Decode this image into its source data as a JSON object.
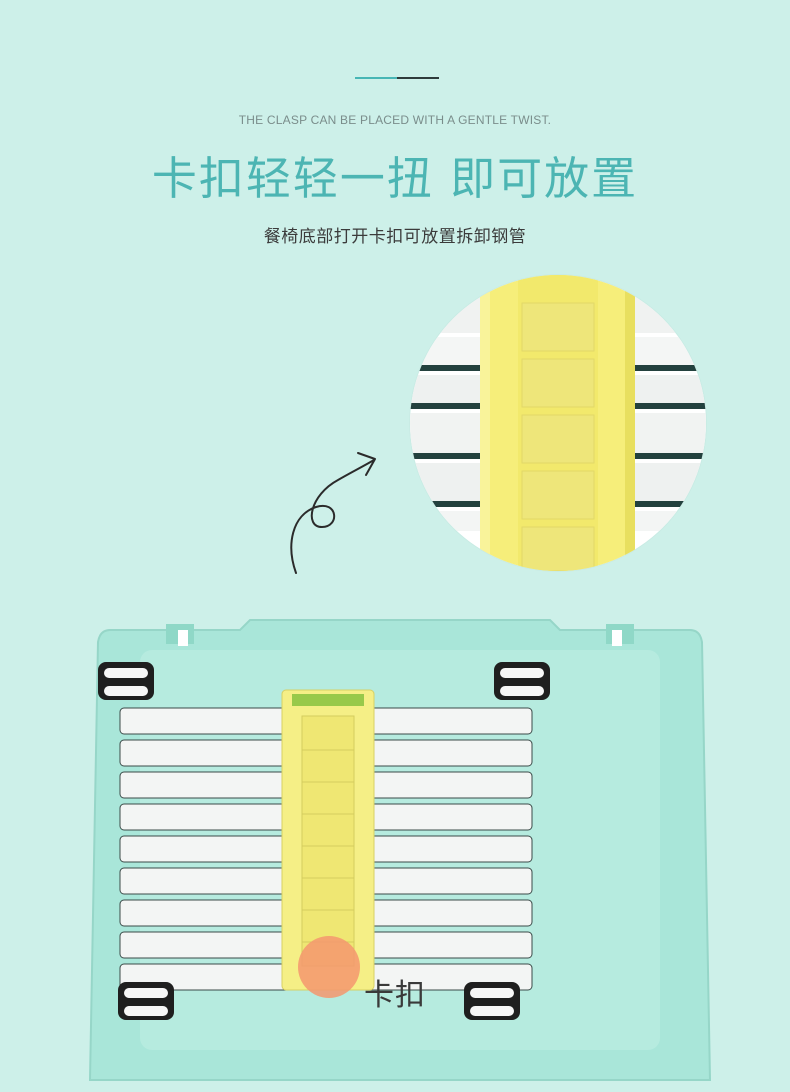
{
  "header": {
    "subtitle_en": "THE CLASP CAN BE PLACED WITH A GENTLE TWIST.",
    "title_cn": "卡扣轻轻一扭 即可放置",
    "desc_cn": "餐椅底部打开卡扣可放置拆卸钢管"
  },
  "callout": {
    "clasp_label": "卡扣"
  },
  "colors": {
    "background": "#cdf0e9",
    "accent": "#4cb5b3",
    "stool_body": "#a9e6d9",
    "clasp_yellow": "#f5ef86",
    "highlight_orange": "#f4966e"
  },
  "icons": {
    "arrow": "curly-arrow-icon"
  }
}
